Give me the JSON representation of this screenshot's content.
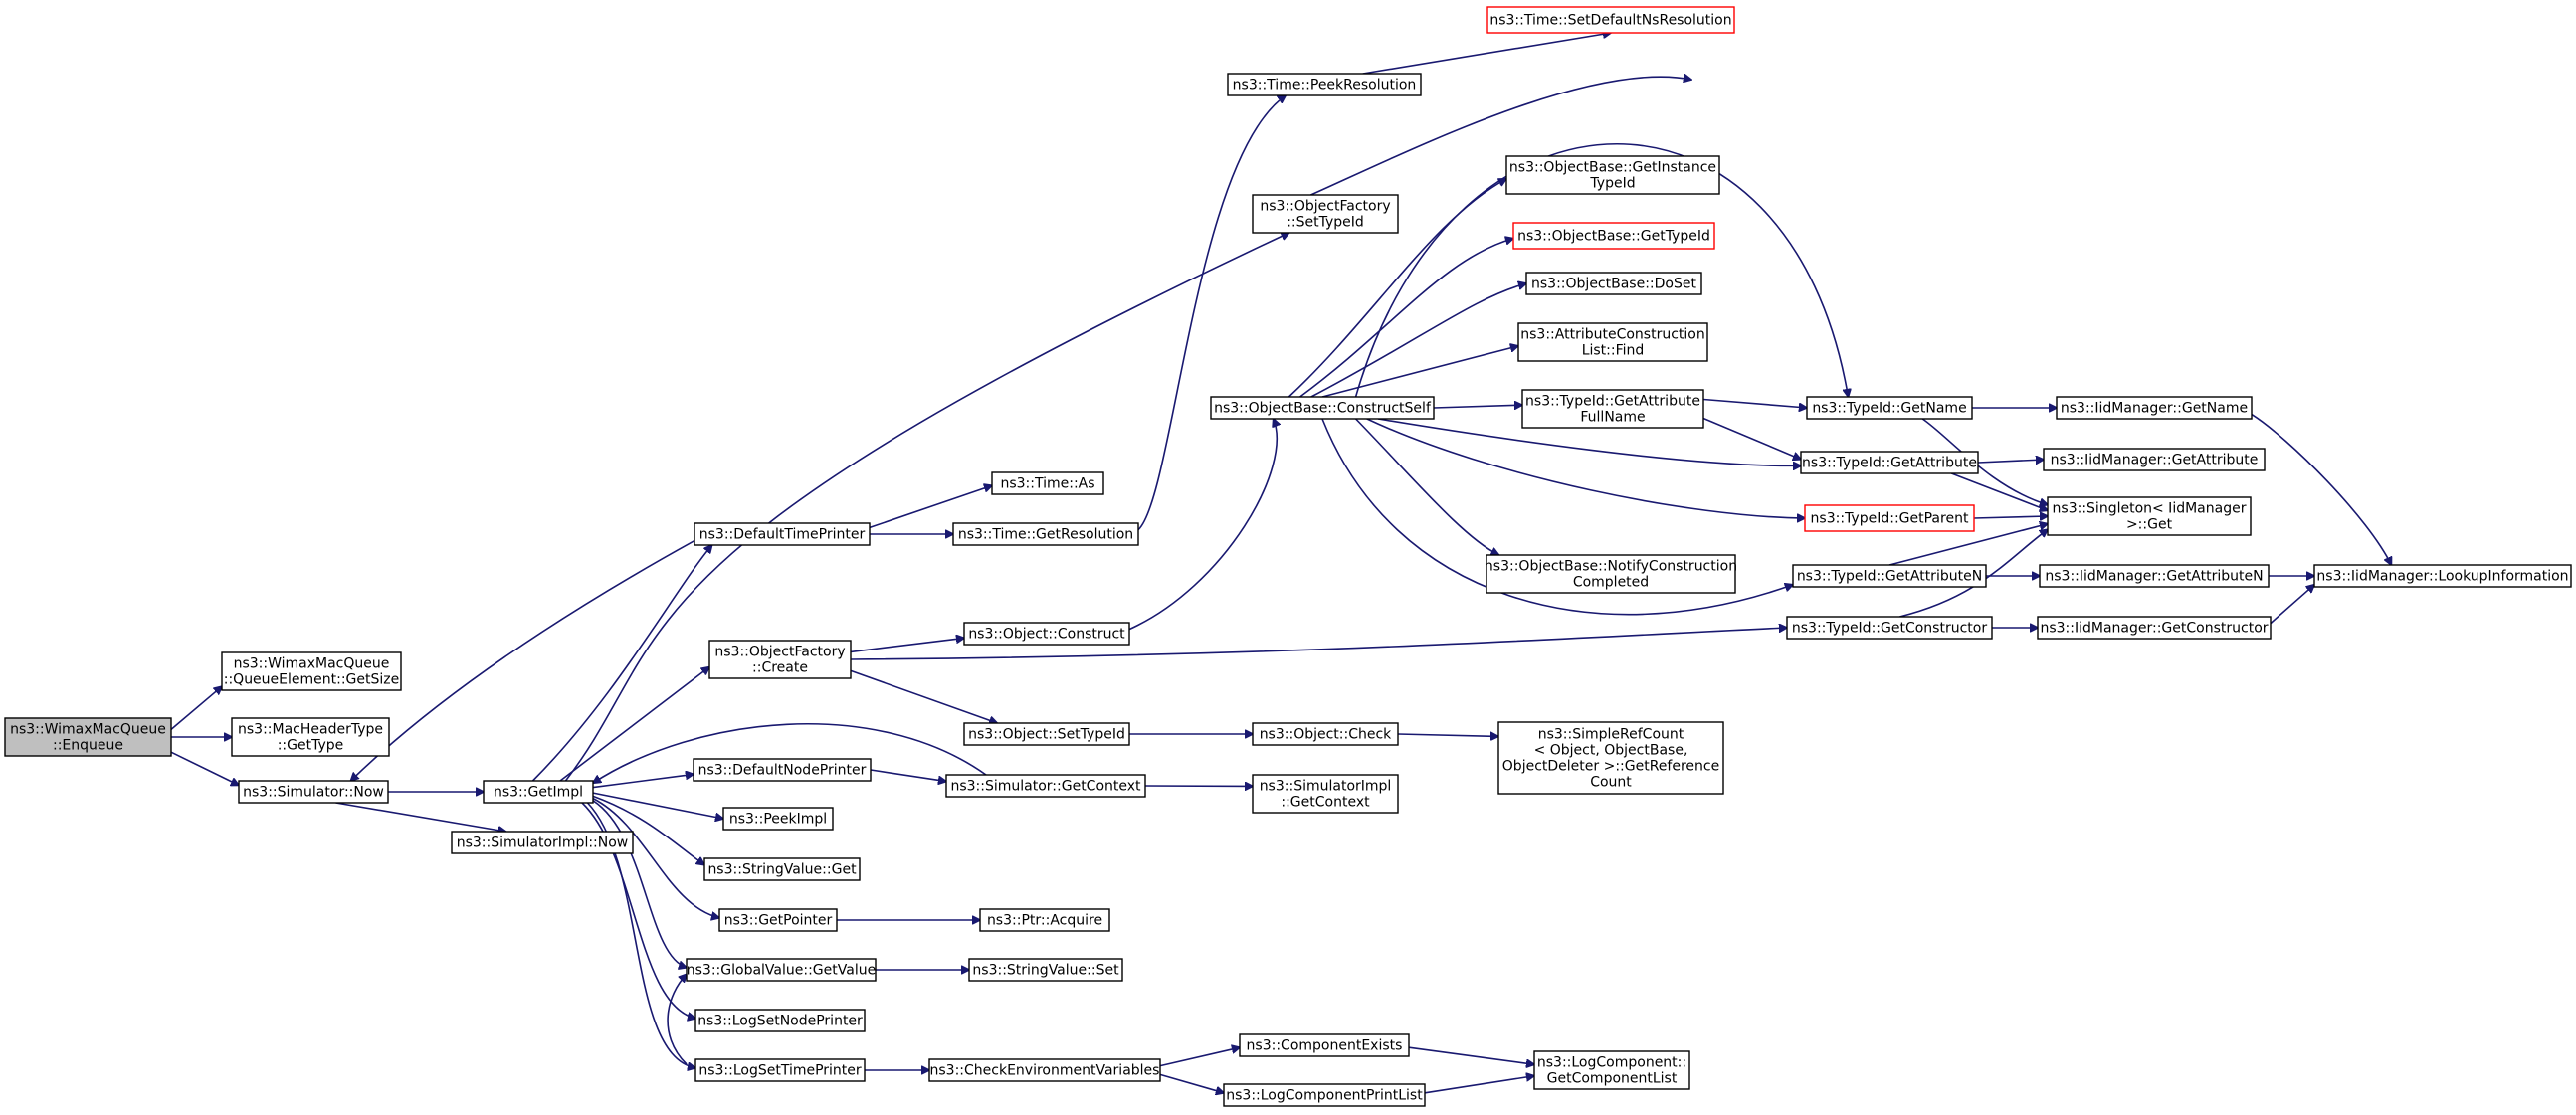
{
  "colors": {
    "edge": "#191970",
    "node_border": "#000000",
    "truncated_border": "#ff0000",
    "root_fill": "#bfbfbf",
    "background": "#ffffff"
  },
  "nodes": [
    {
      "id": "enqueue",
      "lines": [
        "ns3::WimaxMacQueue",
        "::Enqueue"
      ],
      "style": "root"
    },
    {
      "id": "qe_getsize",
      "lines": [
        "ns3::WimaxMacQueue",
        "::QueueElement::GetSize"
      ],
      "style": "normal"
    },
    {
      "id": "mac_gettype",
      "lines": [
        "ns3::MacHeaderType",
        "::GetType"
      ],
      "style": "normal"
    },
    {
      "id": "sim_now",
      "lines": [
        "ns3::Simulator::Now"
      ],
      "style": "normal"
    },
    {
      "id": "getimpl",
      "lines": [
        "ns3::GetImpl"
      ],
      "style": "normal"
    },
    {
      "id": "simimpl_now",
      "lines": [
        "ns3::SimulatorImpl::Now"
      ],
      "style": "normal"
    },
    {
      "id": "default_time_printer",
      "lines": [
        "ns3::DefaultTimePrinter"
      ],
      "style": "normal"
    },
    {
      "id": "objfactory_create",
      "lines": [
        "ns3::ObjectFactory",
        "::Create"
      ],
      "style": "normal"
    },
    {
      "id": "default_node_printer",
      "lines": [
        "ns3::DefaultNodePrinter"
      ],
      "style": "normal"
    },
    {
      "id": "peekimpl",
      "lines": [
        "ns3::PeekImpl"
      ],
      "style": "normal"
    },
    {
      "id": "stringvalue_get",
      "lines": [
        "ns3::StringValue::Get"
      ],
      "style": "normal"
    },
    {
      "id": "getpointer",
      "lines": [
        "ns3::GetPointer"
      ],
      "style": "normal"
    },
    {
      "id": "globalvalue_getvalue",
      "lines": [
        "ns3::GlobalValue::GetValue"
      ],
      "style": "normal"
    },
    {
      "id": "logsetnodeprinter",
      "lines": [
        "ns3::LogSetNodePrinter"
      ],
      "style": "normal"
    },
    {
      "id": "logsettimeprinter",
      "lines": [
        "ns3::LogSetTimePrinter"
      ],
      "style": "normal"
    },
    {
      "id": "time_as",
      "lines": [
        "ns3::Time::As"
      ],
      "style": "normal"
    },
    {
      "id": "time_getresolution",
      "lines": [
        "ns3::Time::GetResolution"
      ],
      "style": "normal"
    },
    {
      "id": "object_construct",
      "lines": [
        "ns3::Object::Construct"
      ],
      "style": "normal"
    },
    {
      "id": "object_settypeid",
      "lines": [
        "ns3::Object::SetTypeId"
      ],
      "style": "normal"
    },
    {
      "id": "simulator_getcontext",
      "lines": [
        "ns3::Simulator::GetContext"
      ],
      "style": "normal"
    },
    {
      "id": "ptr_acquire",
      "lines": [
        "ns3::Ptr::Acquire"
      ],
      "style": "normal"
    },
    {
      "id": "stringvalue_set",
      "lines": [
        "ns3::StringValue::Set"
      ],
      "style": "normal"
    },
    {
      "id": "check_env_vars",
      "lines": [
        "ns3::CheckEnvironmentVariables"
      ],
      "style": "normal"
    },
    {
      "id": "time_peekresolution",
      "lines": [
        "ns3::Time::PeekResolution"
      ],
      "style": "normal"
    },
    {
      "id": "time_setdefaultnsresolution",
      "lines": [
        "ns3::Time::SetDefaultNsResolution"
      ],
      "style": "truncated"
    },
    {
      "id": "objfactory_settypeid",
      "lines": [
        "ns3::ObjectFactory",
        "::SetTypeId"
      ],
      "style": "normal"
    },
    {
      "id": "objectbase_constructself",
      "lines": [
        "ns3::ObjectBase::ConstructSelf"
      ],
      "style": "normal"
    },
    {
      "id": "object_check",
      "lines": [
        "ns3::Object::Check"
      ],
      "style": "normal"
    },
    {
      "id": "simimpl_getcontext",
      "lines": [
        "ns3::SimulatorImpl",
        "::GetContext"
      ],
      "style": "normal"
    },
    {
      "id": "component_exists",
      "lines": [
        "ns3::ComponentExists"
      ],
      "style": "normal"
    },
    {
      "id": "logcomponent_printlist",
      "lines": [
        "ns3::LogComponentPrintList"
      ],
      "style": "normal"
    },
    {
      "id": "ob_getinstancetypeid",
      "lines": [
        "ns3::ObjectBase::GetInstance",
        "TypeId"
      ],
      "style": "normal"
    },
    {
      "id": "ob_gettypeid",
      "lines": [
        "ns3::ObjectBase::GetTypeId"
      ],
      "style": "truncated"
    },
    {
      "id": "ob_doset",
      "lines": [
        "ns3::ObjectBase::DoSet"
      ],
      "style": "normal"
    },
    {
      "id": "attrconstructionlist_find",
      "lines": [
        "ns3::AttributeConstruction",
        "List::Find"
      ],
      "style": "normal"
    },
    {
      "id": "typeid_getattributefullname",
      "lines": [
        "ns3::TypeId::GetAttribute",
        "FullName"
      ],
      "style": "normal"
    },
    {
      "id": "ob_notifyconstructioncompleted",
      "lines": [
        "ns3::ObjectBase::NotifyConstruction",
        "Completed"
      ],
      "style": "normal"
    },
    {
      "id": "simplerefcount_getreferencecount",
      "lines": [
        "ns3::SimpleRefCount",
        "< Object, ObjectBase,",
        " ObjectDeleter >::GetReference",
        "Count"
      ],
      "style": "normal"
    },
    {
      "id": "logcomponent_getcomponentlist",
      "lines": [
        "ns3::LogComponent::",
        "GetComponentList"
      ],
      "style": "normal"
    },
    {
      "id": "typeid_getname",
      "lines": [
        "ns3::TypeId::GetName"
      ],
      "style": "normal"
    },
    {
      "id": "typeid_getattribute",
      "lines": [
        "ns3::TypeId::GetAttribute"
      ],
      "style": "normal"
    },
    {
      "id": "typeid_getparent",
      "lines": [
        "ns3::TypeId::GetParent"
      ],
      "style": "truncated"
    },
    {
      "id": "typeid_getattributen",
      "lines": [
        "ns3::TypeId::GetAttributeN"
      ],
      "style": "normal"
    },
    {
      "id": "typeid_getconstructor",
      "lines": [
        "ns3::TypeId::GetConstructor"
      ],
      "style": "normal"
    },
    {
      "id": "iid_getname",
      "lines": [
        "ns3::IidManager::GetName"
      ],
      "style": "normal"
    },
    {
      "id": "iid_getattribute",
      "lines": [
        "ns3::IidManager::GetAttribute"
      ],
      "style": "normal"
    },
    {
      "id": "singleton_iidmanager_get",
      "lines": [
        "ns3::Singleton< IidManager",
        " >::Get"
      ],
      "style": "normal"
    },
    {
      "id": "iid_getattributen",
      "lines": [
        "ns3::IidManager::GetAttributeN"
      ],
      "style": "normal"
    },
    {
      "id": "iid_getconstructor",
      "lines": [
        "ns3::IidManager::GetConstructor"
      ],
      "style": "normal"
    },
    {
      "id": "iid_lookupinformation",
      "lines": [
        "ns3::IidManager::LookupInformation"
      ],
      "style": "normal"
    }
  ]
}
